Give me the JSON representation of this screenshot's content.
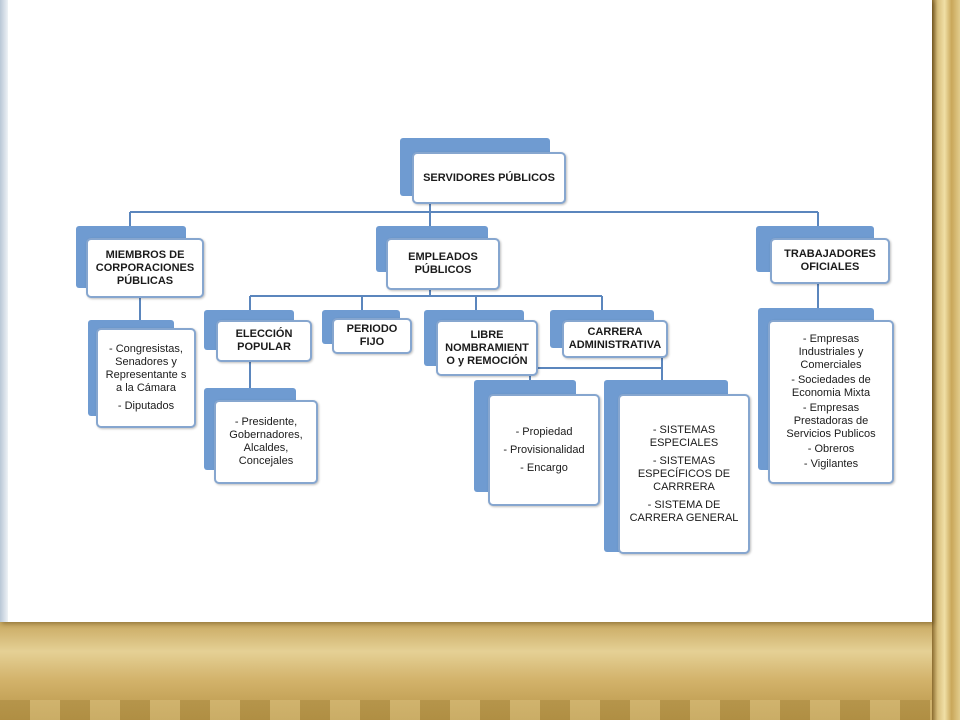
{
  "diagram": {
    "root": {
      "label": "SERVIDORES PÚBLICOS"
    },
    "branches": {
      "miembros": {
        "label": "MIEMBROS DE\nCORPORACIONES\nPÚBLICAS",
        "items": [
          "- Congresistas, Senadores y Representante s a la Cámara",
          "- Diputados"
        ]
      },
      "empleados": {
        "label": "EMPLEADOS\nPÚBLICOS",
        "children": {
          "eleccion": {
            "label": "ELECCIÓN\nPOPULAR",
            "items": [
              "- Presidente, Gobernadores, Alcaldes, Concejales"
            ]
          },
          "periodo": {
            "label": "PERIODO\nFIJO"
          },
          "libre": {
            "label": "LIBRE\nNOMBRAMIENT\nO y REMOCIÓN",
            "items": [
              "- Propiedad",
              "- Provisionalidad",
              "- Encargo"
            ]
          },
          "carrera": {
            "label": "CARRERA\nADMINISTRATIVA",
            "items": [
              "- SISTEMAS ESPECIALES",
              "- SISTEMAS ESPECÍFICOS DE CARRRERA",
              "- SISTEMA DE CARRERA GENERAL"
            ]
          }
        }
      },
      "trabajadores": {
        "label": "TRABAJADORES\nOFICIALES",
        "items": [
          "- Empresas Industriales y Comerciales",
          "- Sociedades de Economia Mixta",
          "- Empresas Prestadoras de Servicios Publicos",
          "- Obreros",
          "- Vigilantes"
        ]
      }
    }
  },
  "colors": {
    "box_back": "#6f9bd1",
    "box_border": "#86a6cf",
    "connector": "#5b86bd"
  }
}
